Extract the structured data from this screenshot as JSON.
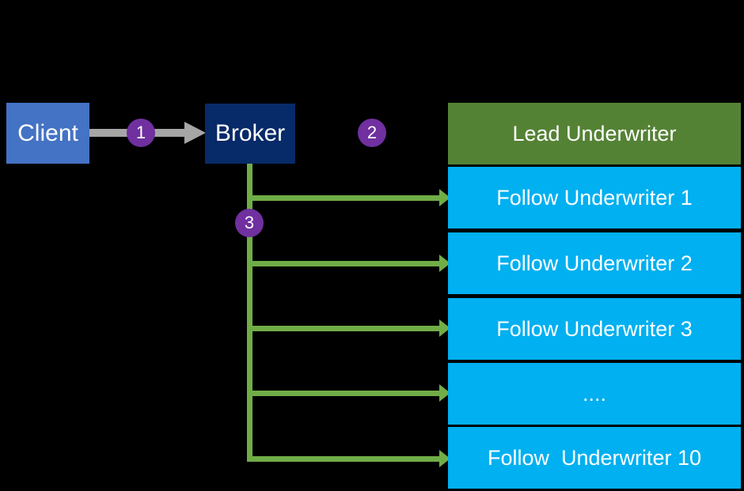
{
  "nodes": {
    "client": {
      "label": "Client"
    },
    "broker": {
      "label": "Broker"
    },
    "lead": {
      "label": "Lead Underwriter"
    }
  },
  "followers": [
    {
      "label": "Follow Underwriter 1"
    },
    {
      "label": "Follow Underwriter 2"
    },
    {
      "label": "Follow Underwriter 3"
    },
    {
      "label": "...."
    },
    {
      "label": "Follow  Underwriter 10"
    }
  ],
  "steps": [
    {
      "number": "1"
    },
    {
      "number": "2"
    },
    {
      "number": "3"
    }
  ],
  "edges": [
    {
      "from": "Client",
      "to": "Broker",
      "step": "1",
      "style": "gray-arrow"
    },
    {
      "from": "Broker",
      "to": "Follow Underwriter 1",
      "step": "3",
      "style": "green-arrow"
    },
    {
      "from": "Broker",
      "to": "Follow Underwriter 2",
      "step": "3",
      "style": "green-arrow"
    },
    {
      "from": "Broker",
      "to": "Follow Underwriter 3",
      "step": "3",
      "style": "green-arrow"
    },
    {
      "from": "Broker",
      "to": "....",
      "step": "3",
      "style": "green-arrow"
    },
    {
      "from": "Broker",
      "to": "Follow  Underwriter 10",
      "step": "3",
      "style": "green-arrow"
    }
  ],
  "colors": {
    "background": "#000000",
    "client_fill": "#4472C4",
    "broker_fill": "#072A68",
    "lead_fill": "#548235",
    "follower_fill": "#00B0F0",
    "connector_green": "#70AD47",
    "arrow_gray": "#A6A6A6",
    "step_circle_purple": "#7030A0",
    "text": "#FFFFFF"
  }
}
